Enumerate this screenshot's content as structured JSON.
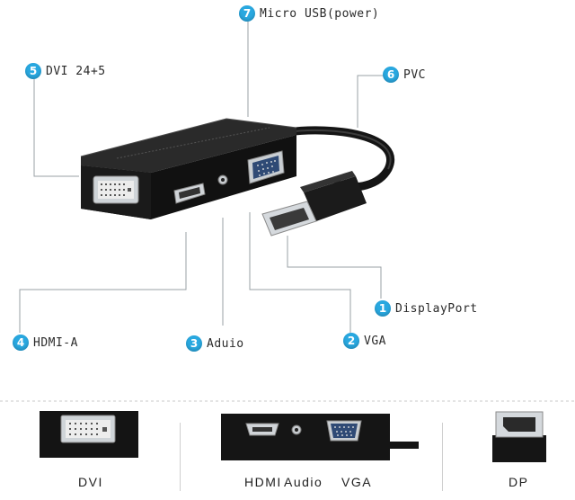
{
  "colors": {
    "badge": "#29a8e0",
    "leader_line": "#9aa0a6",
    "device_body": "#1a1a1a"
  },
  "callouts": [
    {
      "num": "7",
      "label": "Micro USB(power)"
    },
    {
      "num": "5",
      "label": "DVI 24+5"
    },
    {
      "num": "6",
      "label": "PVC"
    },
    {
      "num": "1",
      "label": "DisplayPort"
    },
    {
      "num": "4",
      "label": "HDMI-A"
    },
    {
      "num": "3",
      "label": "Aduio"
    },
    {
      "num": "2",
      "label": "VGA"
    }
  ],
  "bottom": {
    "dvi": "DVI",
    "hdmi": "HDMI",
    "audio": "Audio",
    "vga": "VGA",
    "dp": "DP"
  }
}
